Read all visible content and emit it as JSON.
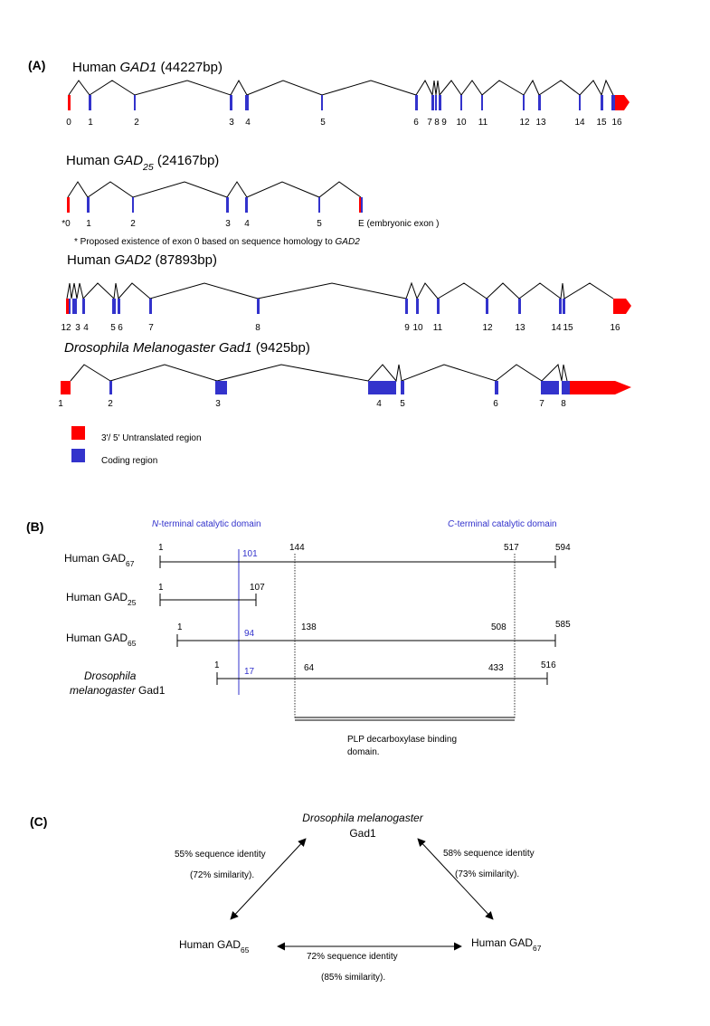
{
  "panels": [
    "(A)",
    "(B)",
    "(C)"
  ],
  "colors": {
    "utr": "#ff0000",
    "coding": "#3333cc",
    "domain": "#3333cc",
    "line": "#000000"
  },
  "panel_a": {
    "genes": [
      {
        "id": "gad1",
        "title_parts": [
          {
            "text": "Human "
          },
          {
            "text": "GAD1",
            "italic": true
          },
          {
            "text": " (44227bp)"
          }
        ],
        "exon_labels": [
          "0",
          "1",
          "2",
          "3",
          "4",
          "5",
          "6",
          "7",
          "8",
          "9",
          "10",
          "11",
          "12",
          "13",
          "14",
          "15",
          "16"
        ]
      },
      {
        "id": "gad25",
        "title_parts": [
          {
            "text": "Human "
          },
          {
            "text": "GAD",
            "italic": true
          },
          {
            "text": "25",
            "italic": true,
            "sub": true
          },
          {
            "text": " (24167bp)"
          }
        ],
        "exon_labels": [
          "*0",
          "1",
          "2",
          "3",
          "4",
          "5",
          "E (embryonic exon )"
        ],
        "note_parts": [
          {
            "text": "* Proposed existence of exon 0 based on sequence homology to "
          },
          {
            "text": "GAD2",
            "italic": true
          }
        ]
      },
      {
        "id": "gad2",
        "title_parts": [
          {
            "text": "Human "
          },
          {
            "text": "GAD2",
            "italic": true
          },
          {
            "text": " (87893bp)"
          }
        ],
        "exon_labels": [
          "12",
          "3",
          "4",
          "5",
          "6",
          "7",
          "8",
          "9",
          "10",
          "11",
          "12",
          "13",
          "14",
          "15",
          "16"
        ]
      },
      {
        "id": "dmel",
        "title_parts": [
          {
            "text": "Drosophila Melanogaster Gad1",
            "italic": true
          },
          {
            "text": " (9425bp)"
          }
        ],
        "exon_labels": [
          "1",
          "2",
          "3",
          "4",
          "5",
          "6",
          "7",
          "8"
        ]
      }
    ],
    "legend": [
      {
        "label": "3'/ 5' Untranslated region",
        "color": "#ff0000"
      },
      {
        "label": "Coding region",
        "color": "#3333cc"
      }
    ]
  },
  "panel_b": {
    "domain_n_parts": [
      {
        "text": "N",
        "italic": true
      },
      {
        "text": "-terminal catalytic domain"
      }
    ],
    "domain_c_parts": [
      {
        "text": "C",
        "italic": true
      },
      {
        "text": "-terminal catalytic domain"
      }
    ],
    "proteins": [
      {
        "label_parts": [
          {
            "text": "Human GAD"
          },
          {
            "text": "67",
            "sub": true
          }
        ],
        "start": "1",
        "n_domain": "101",
        "plp_start": "144",
        "plp_end": "517",
        "end": "594"
      },
      {
        "label_parts": [
          {
            "text": "Human GAD"
          },
          {
            "text": "25",
            "sub": true
          }
        ],
        "start": "1",
        "end": "107"
      },
      {
        "label_parts": [
          {
            "text": "Human GAD"
          },
          {
            "text": "65",
            "sub": true
          }
        ],
        "start": "1",
        "n_domain": "94",
        "plp_start": "138",
        "plp_end": "508",
        "end": "585"
      },
      {
        "label_lines": [
          [
            {
              "text": "Drosophila",
              "italic": true
            }
          ],
          [
            {
              "text": "melanogaster",
              "italic": true
            },
            {
              "text": " Gad1"
            }
          ]
        ],
        "start": "1",
        "n_domain": "17",
        "plp_start": "64",
        "plp_end": "433",
        "end": "516"
      }
    ],
    "plp_label_lines": [
      "PLP decarboxylase binding",
      "domain."
    ]
  },
  "panel_c": {
    "top_node_lines": [
      [
        {
          "text": "Drosophila melanogaster",
          "italic": true
        }
      ],
      [
        {
          "text": "Gad1"
        }
      ]
    ],
    "left_node_parts": [
      {
        "text": "Human GAD"
      },
      {
        "text": "65",
        "sub": true
      }
    ],
    "right_node_parts": [
      {
        "text": "Human GAD"
      },
      {
        "text": "67",
        "sub": true
      }
    ],
    "edge_left_lines": [
      "55% sequence identity",
      "(72% similarity)."
    ],
    "edge_right_lines": [
      "58% sequence identity",
      "(73% similarity)."
    ],
    "edge_bottom_lines": [
      "72% sequence identity",
      "(85% similarity)."
    ]
  }
}
